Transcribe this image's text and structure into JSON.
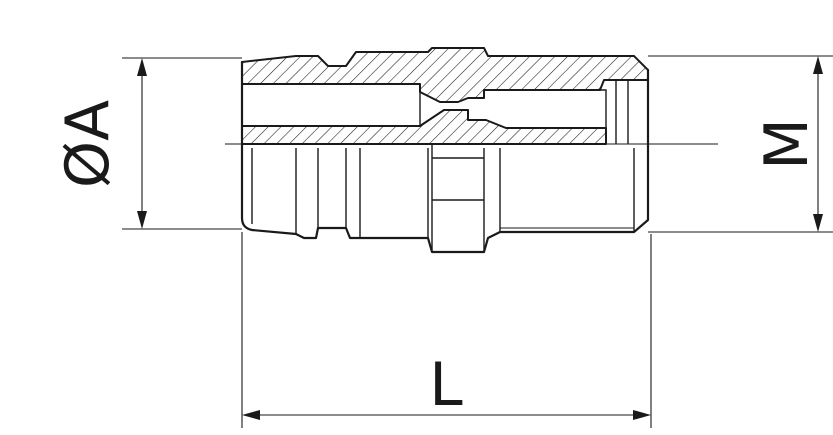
{
  "drawing": {
    "labels": {
      "diameter": "ØA",
      "thread": "M",
      "length": "L"
    },
    "line_color": "#1a1a1a",
    "background": "#ffffff"
  }
}
